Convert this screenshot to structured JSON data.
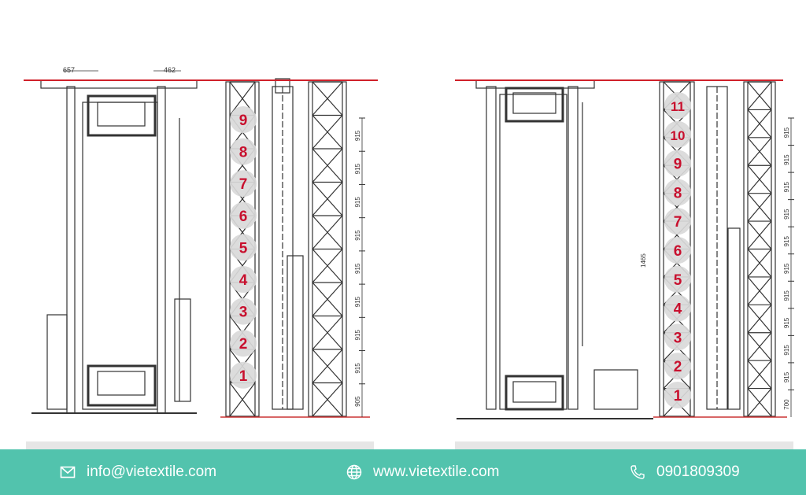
{
  "left_drawing": {
    "level_labels": [
      "9",
      "8",
      "7",
      "6",
      "5",
      "4",
      "3",
      "2",
      "1"
    ],
    "top_dimensions": [
      "657",
      "462"
    ],
    "level_dimensions": [
      "915",
      "915",
      "915",
      "915",
      "915",
      "915",
      "915",
      "915",
      "905"
    ]
  },
  "right_drawing": {
    "level_labels": [
      "11",
      "10",
      "9",
      "8",
      "7",
      "6",
      "5",
      "4",
      "3",
      "2",
      "1"
    ],
    "height_dimension": "1465",
    "level_dimensions": [
      "915",
      "915",
      "915",
      "915",
      "915",
      "915",
      "915",
      "915",
      "915",
      "915",
      "700"
    ]
  },
  "colors": {
    "accent_line": "#d0202a",
    "bubble_text": "#c8102e",
    "bubble_fill": "#d9d9d9",
    "footer_bg": "#52c3ad"
  },
  "footer": {
    "email": "info@vietextile.com",
    "website": "www.vietextile.com",
    "phone": "0901809309",
    "email_icon": "mail-icon",
    "website_icon": "globe-icon",
    "phone_icon": "phone-icon"
  }
}
